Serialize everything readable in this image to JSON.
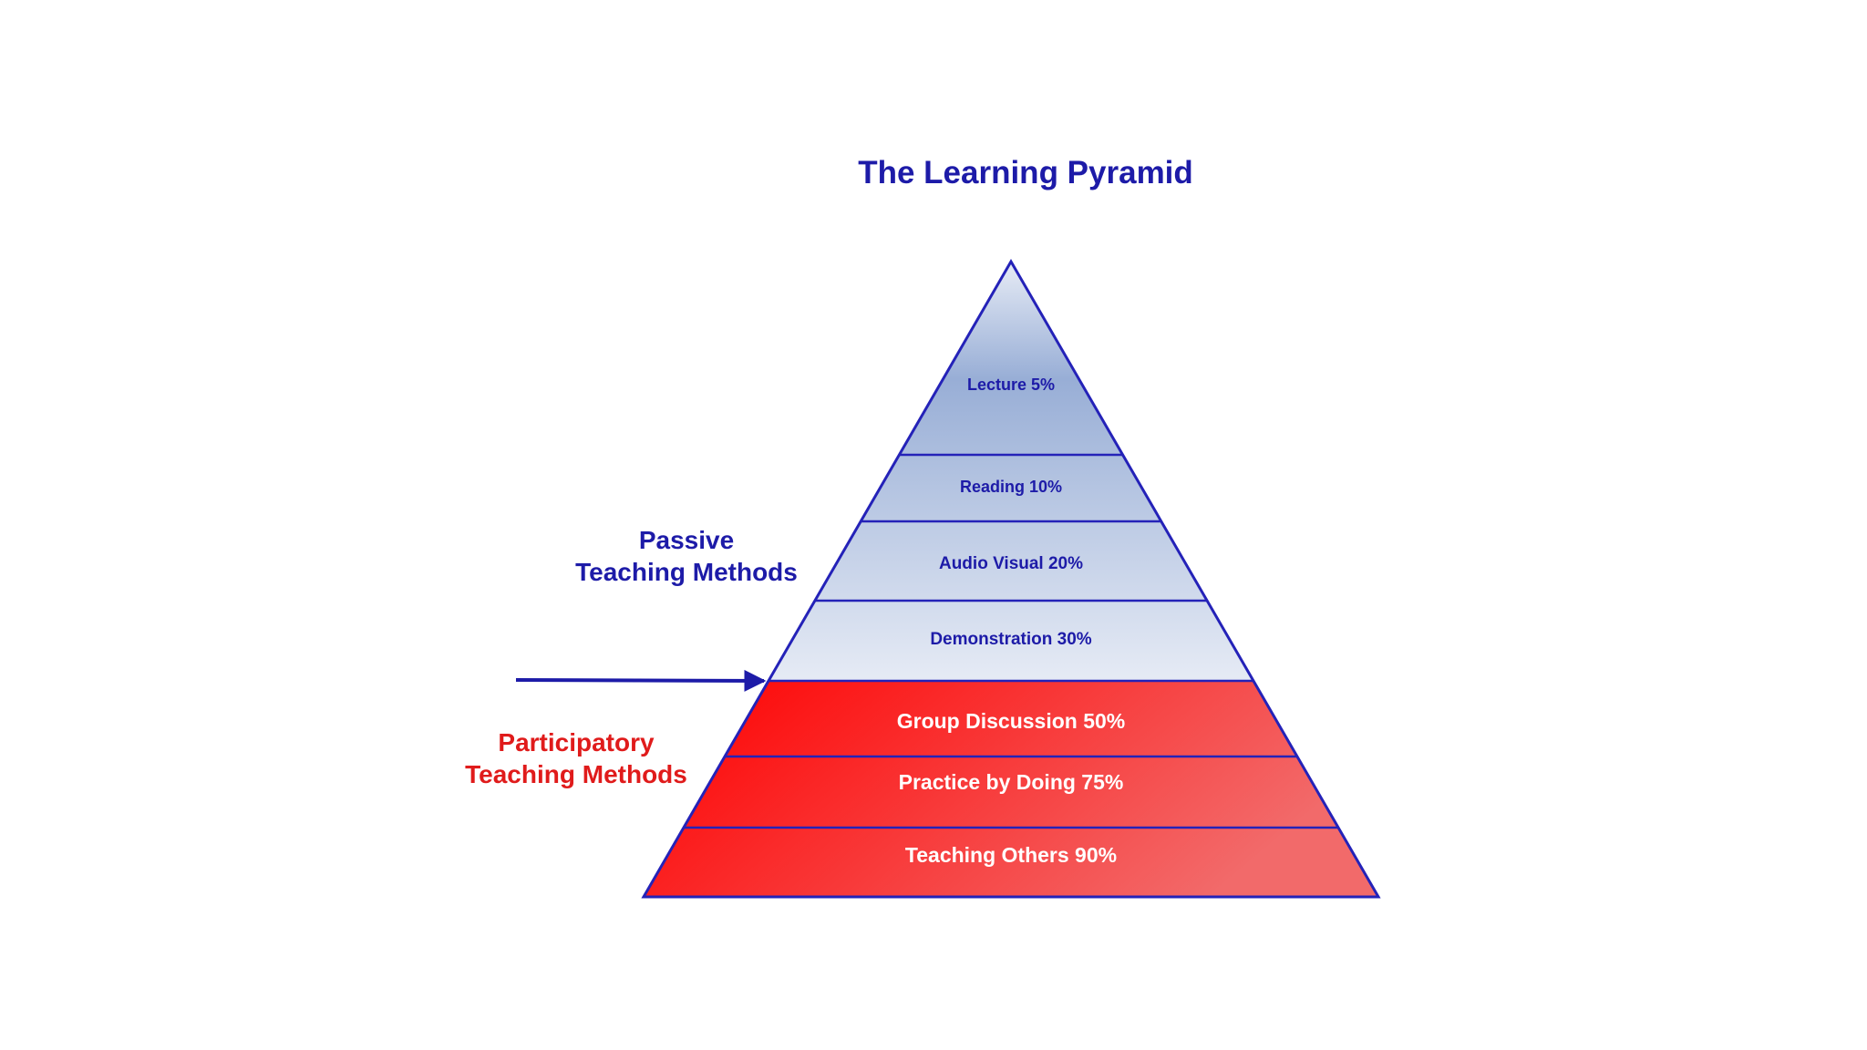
{
  "title": "The Learning Pyramid",
  "groups": {
    "passive": {
      "line1": "Passive",
      "line2": "Teaching Methods",
      "color": "#1d1ba8"
    },
    "participatory": {
      "line1": "Participatory",
      "line2": "Teaching Methods",
      "color": "#e01b1b"
    }
  },
  "tiers": [
    {
      "label": "Lecture 5%",
      "group": "passive"
    },
    {
      "label": "Reading 10%",
      "group": "passive"
    },
    {
      "label": "Audio Visual 20%",
      "group": "passive"
    },
    {
      "label": "Demonstration 30%",
      "group": "passive"
    },
    {
      "label": "Group Discussion 50%",
      "group": "participatory"
    },
    {
      "label": "Practice by Doing 75%",
      "group": "participatory"
    },
    {
      "label": "Teaching Others 90%",
      "group": "participatory"
    }
  ],
  "colors": {
    "outline": "#2422b8",
    "passive_light": "#e6ebf5",
    "passive_dark": "#98aed6",
    "participatory_bright": "#ff0000",
    "participatory_light": "#f26a6a",
    "passive_text": "#1d1ba8",
    "participatory_text": "#ffffff",
    "arrow": "#1d1ba8"
  }
}
